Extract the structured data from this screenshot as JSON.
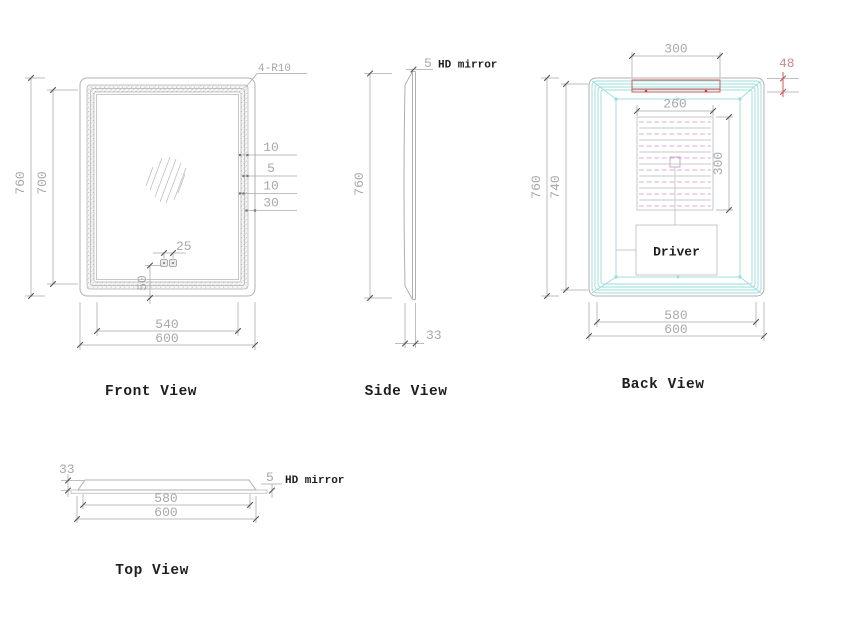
{
  "views": {
    "front": {
      "label": "Front View",
      "height_outer": "760",
      "height_inner": "700",
      "width_inner": "540",
      "width_outer": "600",
      "corner_radius_note": "4-R10",
      "edge_dims": [
        "10",
        "5",
        "10",
        "30"
      ],
      "sensor_spacing": "25",
      "sensor_offset": "50"
    },
    "side": {
      "label": "Side View",
      "glass_thickness": "5",
      "glass_note": "HD mirror",
      "height": "760",
      "depth": "33"
    },
    "back": {
      "label": "Back View",
      "bracket_width": "300",
      "bracket_offset": "48",
      "heater_width": "260",
      "heater_height": "300",
      "driver_label": "Driver",
      "height_outer": "760",
      "height_inner": "740",
      "width_inner": "580",
      "width_outer": "600"
    },
    "top": {
      "label": "Top View",
      "depth": "33",
      "glass_thickness": "5",
      "glass_note": "HD mirror",
      "width_inner": "580",
      "width_outer": "600"
    }
  },
  "colors": {
    "line": "#b0b0b0",
    "dim_text": "#a8a8a8",
    "dark_text": "#1e1e1e",
    "cyan": "#9bdcdc",
    "magenta": "#c795c7",
    "red_line": "#cc5a5a",
    "red_text": "#c98b8b"
  }
}
